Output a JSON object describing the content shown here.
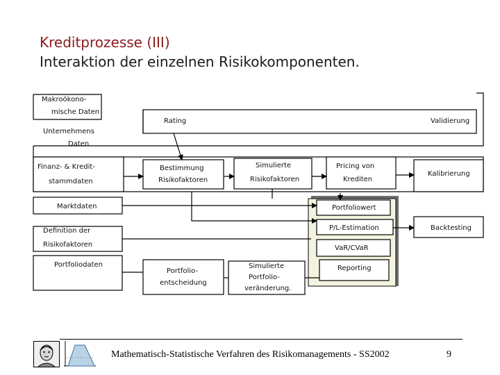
{
  "title": {
    "line1": "Kreditprozesse (III)",
    "line2": "Interaktion der einzelnen Risikokomponenten."
  },
  "diagram": {
    "inputs": {
      "makro_line1": "Makroökono-",
      "makro_line2": "mische Daten",
      "unternehmens_line1": "Unternehmens",
      "unternehmens_line2": "Daten",
      "finanz_line1": "Finanz- & Kredit-",
      "finanz_line2": "stammdaten",
      "markt": "Marktdaten",
      "definition_line1": "Definition der",
      "definition_line2": "Risikofaktoren",
      "portfolio": "Portfoliodaten"
    },
    "processes": {
      "rating": "Rating",
      "validierung": "Validierung",
      "bestimmung_line1": "Bestimmung",
      "bestimmung_line2": "Risikofaktoren",
      "simulierte_line1": "Simulierte",
      "simulierte_line2": "Risikofaktoren",
      "pricing_line1": "Pricing von",
      "pricing_line2": "Krediten",
      "kalibrierung": "Kalibrierung",
      "portfoliowert": "Portfoliowert",
      "pl_estimation": "P/L-Estimation",
      "backtesting": "Backtesting",
      "var_cvar": "VaR/CVaR",
      "reporting": "Reporting",
      "entscheidung_line1": "Portfolio-",
      "entscheidung_line2": "entscheidung",
      "veraenderung_line1": "Simulierte",
      "veraenderung_line2": "Portfolio-",
      "veraenderung_line3": "veränderung."
    }
  },
  "footer": {
    "text": "Mathematisch-Statistische Verfahren des Risikomanagements - SS2002",
    "page": "9"
  },
  "colors": {
    "title_red": "#8b1a1a",
    "group_fill": "#f3f3df",
    "group_shadow": "#6e6e6e"
  }
}
